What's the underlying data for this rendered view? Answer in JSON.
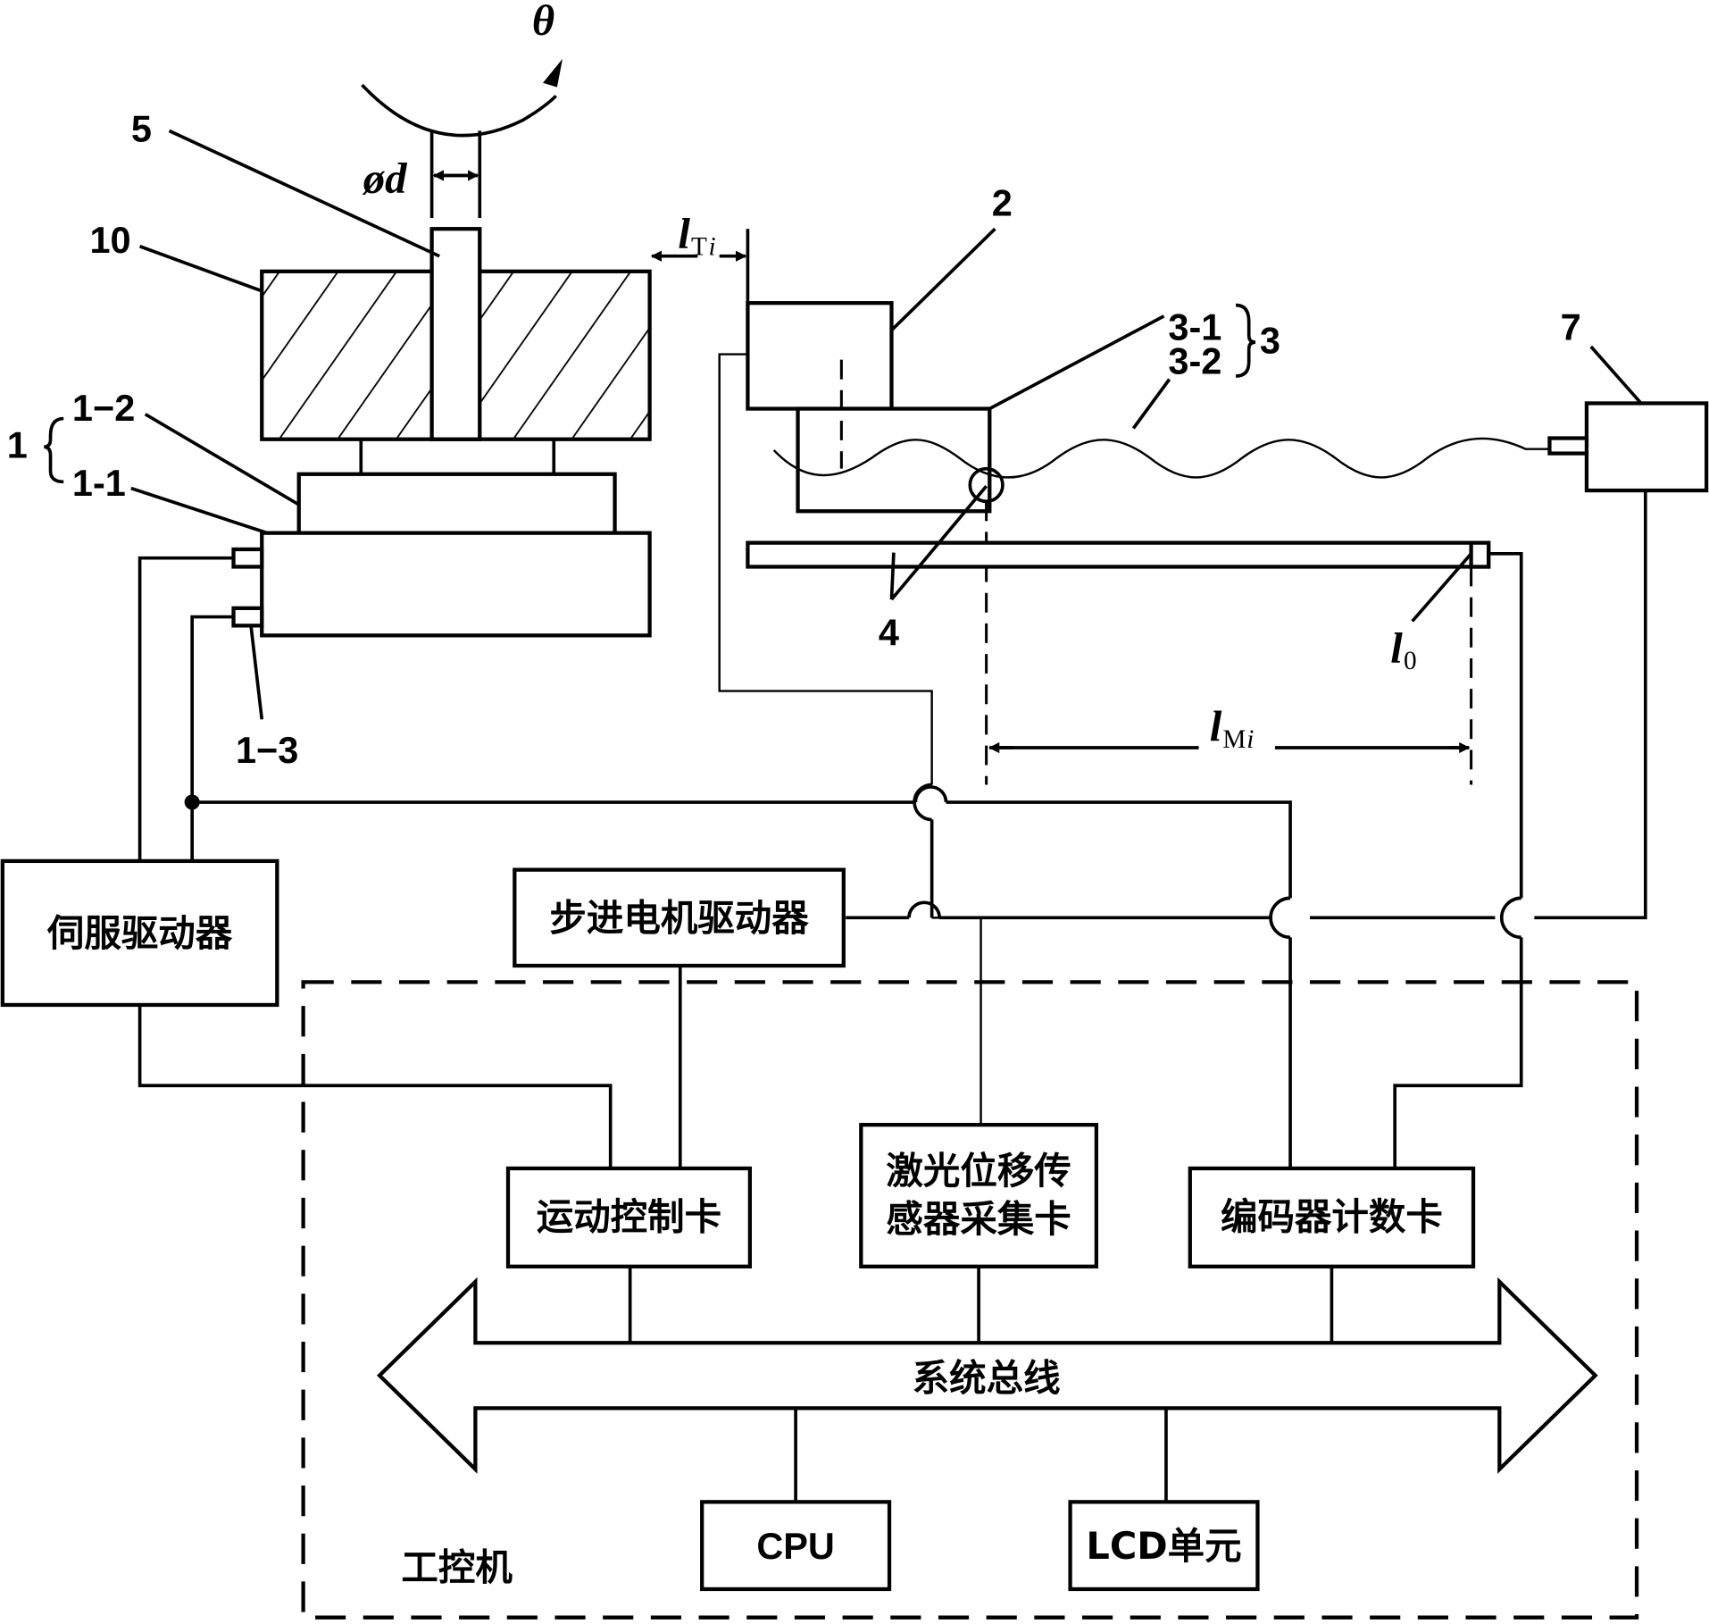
{
  "figure": {
    "rotation_symbol": "θ",
    "diameter_label": "ød",
    "gap_label": {
      "main": "l",
      "sub": "T",
      "sub_i": "i"
    },
    "measure_label": {
      "main": "l",
      "sub": "M",
      "sub_i": "i"
    },
    "ref_label": {
      "main": "l",
      "sub": "0"
    },
    "parts": {
      "p5": "5",
      "p10": "10",
      "p2": "2",
      "p3_1": "3-1",
      "p3_2": "3-2",
      "p3": "3",
      "p7": "7",
      "p1": "1",
      "p1_2": "1−2",
      "p1_1": "1-1",
      "p1_3": "1−3",
      "p4": "4"
    },
    "blocks": {
      "servo_driver": "伺服驱动器",
      "stepper_driver": "步进电机驱动器",
      "motion_card": "运动控制卡",
      "laser_card_line1": "激光位移传",
      "laser_card_line2": "感器采集卡",
      "encoder_card": "编码器计数卡",
      "system_bus": "系统总线",
      "cpu": "CPU",
      "lcd": "LCD单元",
      "ipc": "工控机"
    }
  }
}
